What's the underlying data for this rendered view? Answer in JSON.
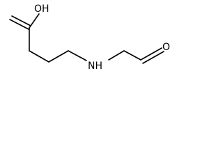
{
  "molecule": {
    "atoms": {
      "hydroxyl": "OH",
      "amine": "NH",
      "nitroso_oxygen": "O"
    }
  },
  "colors": {
    "stroke": "#000000",
    "background": "#ffffff"
  }
}
